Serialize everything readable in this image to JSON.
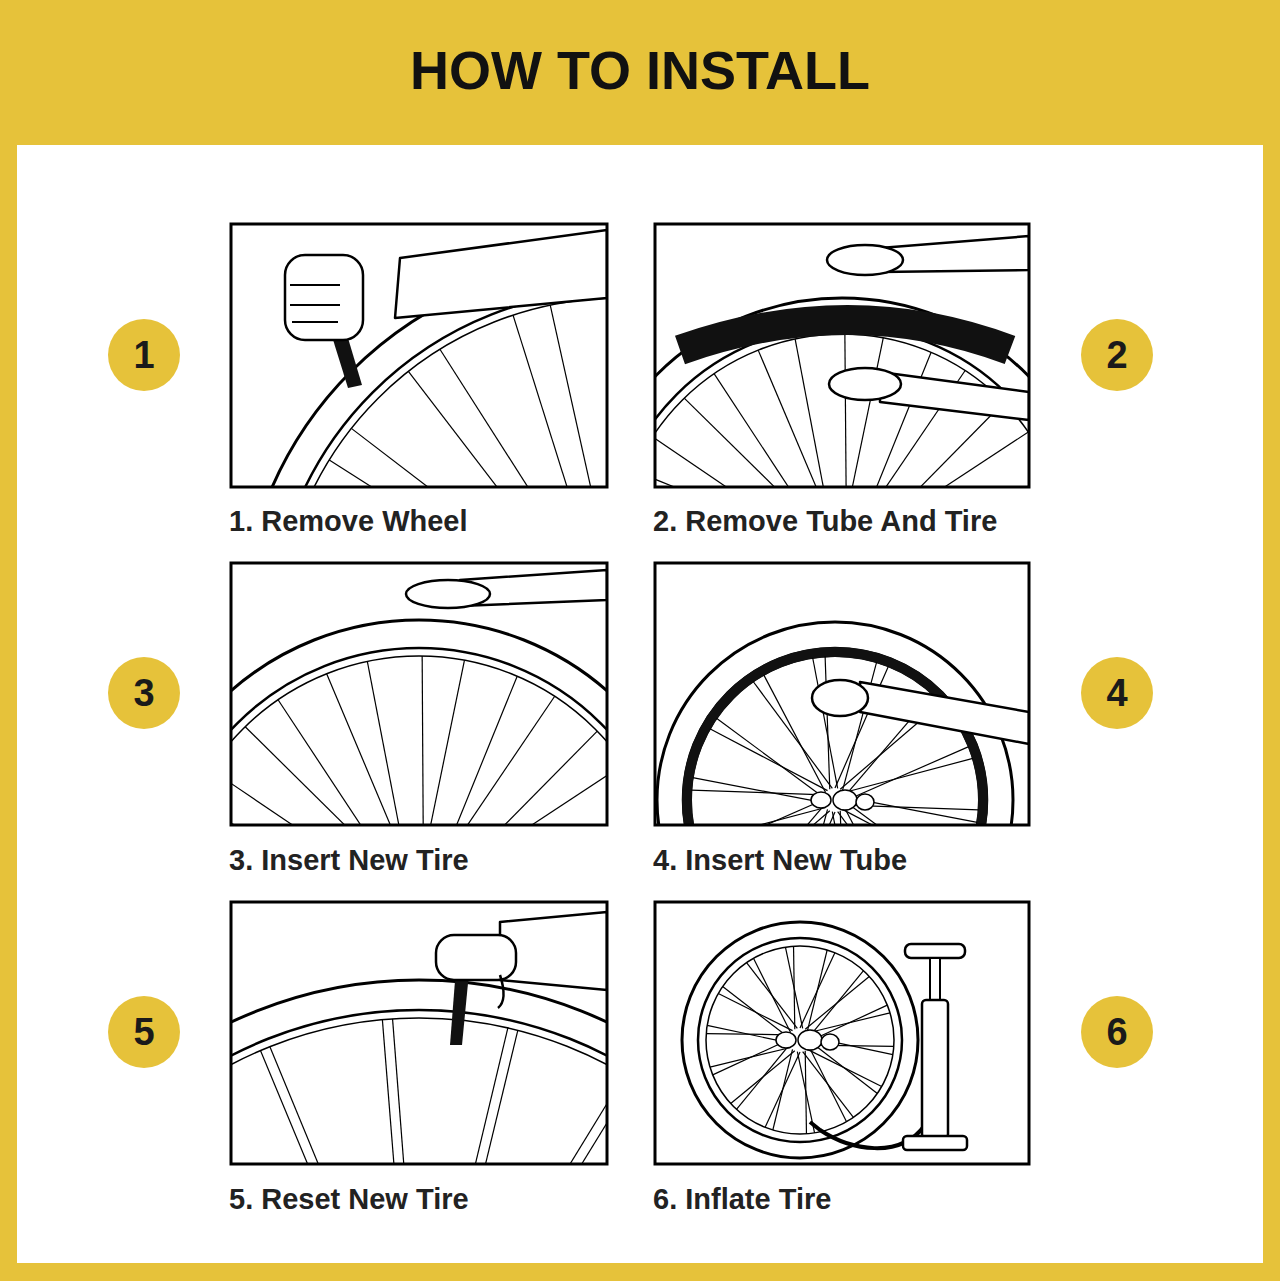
{
  "diagram": {
    "title": "HOW TO INSTALL",
    "nodes": [
      {
        "text": [
          "1"
        ]
      },
      {
        "text": [
          "2"
        ]
      },
      {
        "text": [
          "3"
        ]
      },
      {
        "text": [
          "4"
        ]
      },
      {
        "text": [
          "5"
        ]
      },
      {
        "text": [
          "6"
        ]
      }
    ],
    "labels": [
      "1. Remove Wheel",
      "2. Remove Tube And Tire",
      "3. Insert New Tire",
      "4. Insert New Tube",
      "5. Reset New Tire",
      "6. Inflate Tire"
    ]
  }
}
